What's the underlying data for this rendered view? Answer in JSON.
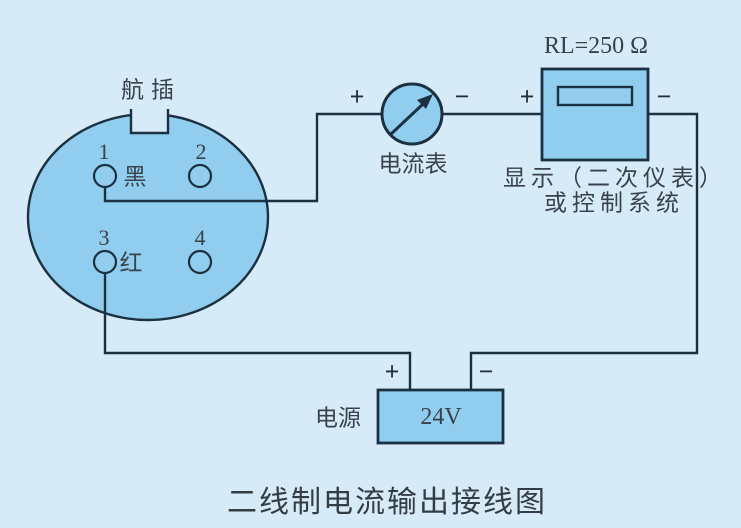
{
  "title": "二线制电流输出接线图",
  "signs": {
    "plus": "+",
    "minus": "−"
  },
  "connector": {
    "label": "航插",
    "pins": [
      {
        "number": "1",
        "wire_label": "黑"
      },
      {
        "number": "2",
        "wire_label": ""
      },
      {
        "number": "3",
        "wire_label": "红"
      },
      {
        "number": "4",
        "wire_label": ""
      }
    ]
  },
  "ammeter": {
    "label": "电流表"
  },
  "display_unit": {
    "resistor_label": "RL=250 Ω",
    "caption_line1": "显示（二次仪表）",
    "caption_line2": "或控制系统"
  },
  "power_supply": {
    "label": "电源",
    "voltage": "24V"
  },
  "colors": {
    "background": "#d6ebf7",
    "component_fill": "#90cdee",
    "line": "#1b3040",
    "text": "#3a4248"
  }
}
